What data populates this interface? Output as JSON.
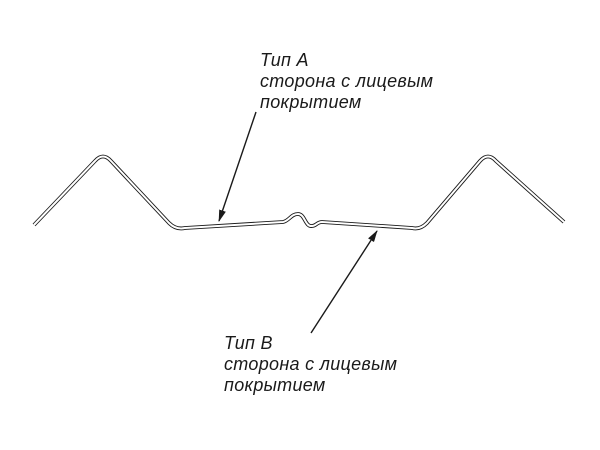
{
  "labels": [
    {
      "title": "Тип А",
      "desc_line1": "сторона с лицевым",
      "desc_line2": "покрытием"
    },
    {
      "title": "Тип В",
      "desc_line1": "сторона с лицевым",
      "desc_line2": "покрытием"
    }
  ],
  "colors": {
    "line": "#1a1a1a",
    "background": "#ffffff"
  }
}
